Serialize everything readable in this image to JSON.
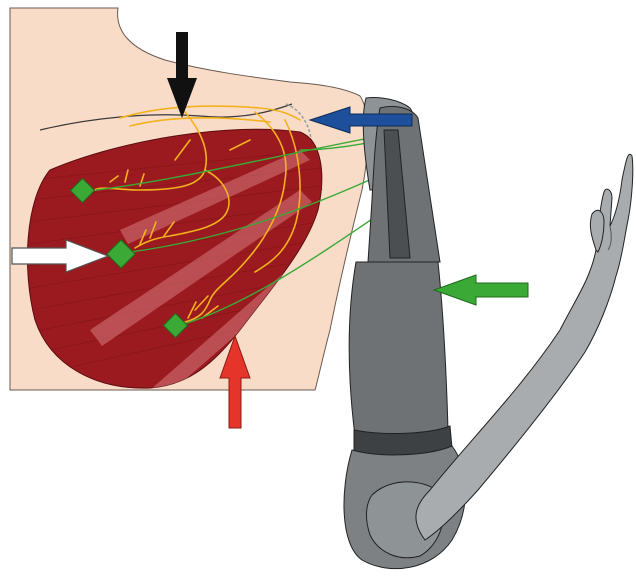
{
  "diagram": {
    "labels": [],
    "colors": {
      "skin": "#f9dcc7",
      "skin_outline": "#6a5a50",
      "muscle": "#9b1a1f",
      "muscle_stripe": "#c45a5c",
      "nerve": "#f2b11d",
      "electrode": "#3aa935",
      "electrode_outline": "#1f6a1c",
      "wire": "#3aa935",
      "socket_dark": "#555a5d",
      "socket_mid": "#6e7275",
      "socket_light": "#8e9396",
      "forearm": "#a9acae",
      "arrow_black": "#111111",
      "arrow_blue": "#1e4f9a",
      "arrow_white": "#ffffff",
      "arrow_green": "#3aa935",
      "arrow_red": "#e5352b"
    },
    "arrows": [
      {
        "name": "black-arrow",
        "color_key": "arrow_black",
        "direction": "down"
      },
      {
        "name": "blue-arrow",
        "color_key": "arrow_blue",
        "direction": "left"
      },
      {
        "name": "white-arrow",
        "color_key": "arrow_white",
        "direction": "right"
      },
      {
        "name": "green-arrow",
        "color_key": "arrow_green",
        "direction": "left"
      },
      {
        "name": "red-arrow",
        "color_key": "arrow_red",
        "direction": "up"
      }
    ],
    "electrodes": [
      {
        "name": "electrode-upper"
      },
      {
        "name": "electrode-middle"
      },
      {
        "name": "electrode-lower"
      }
    ]
  }
}
